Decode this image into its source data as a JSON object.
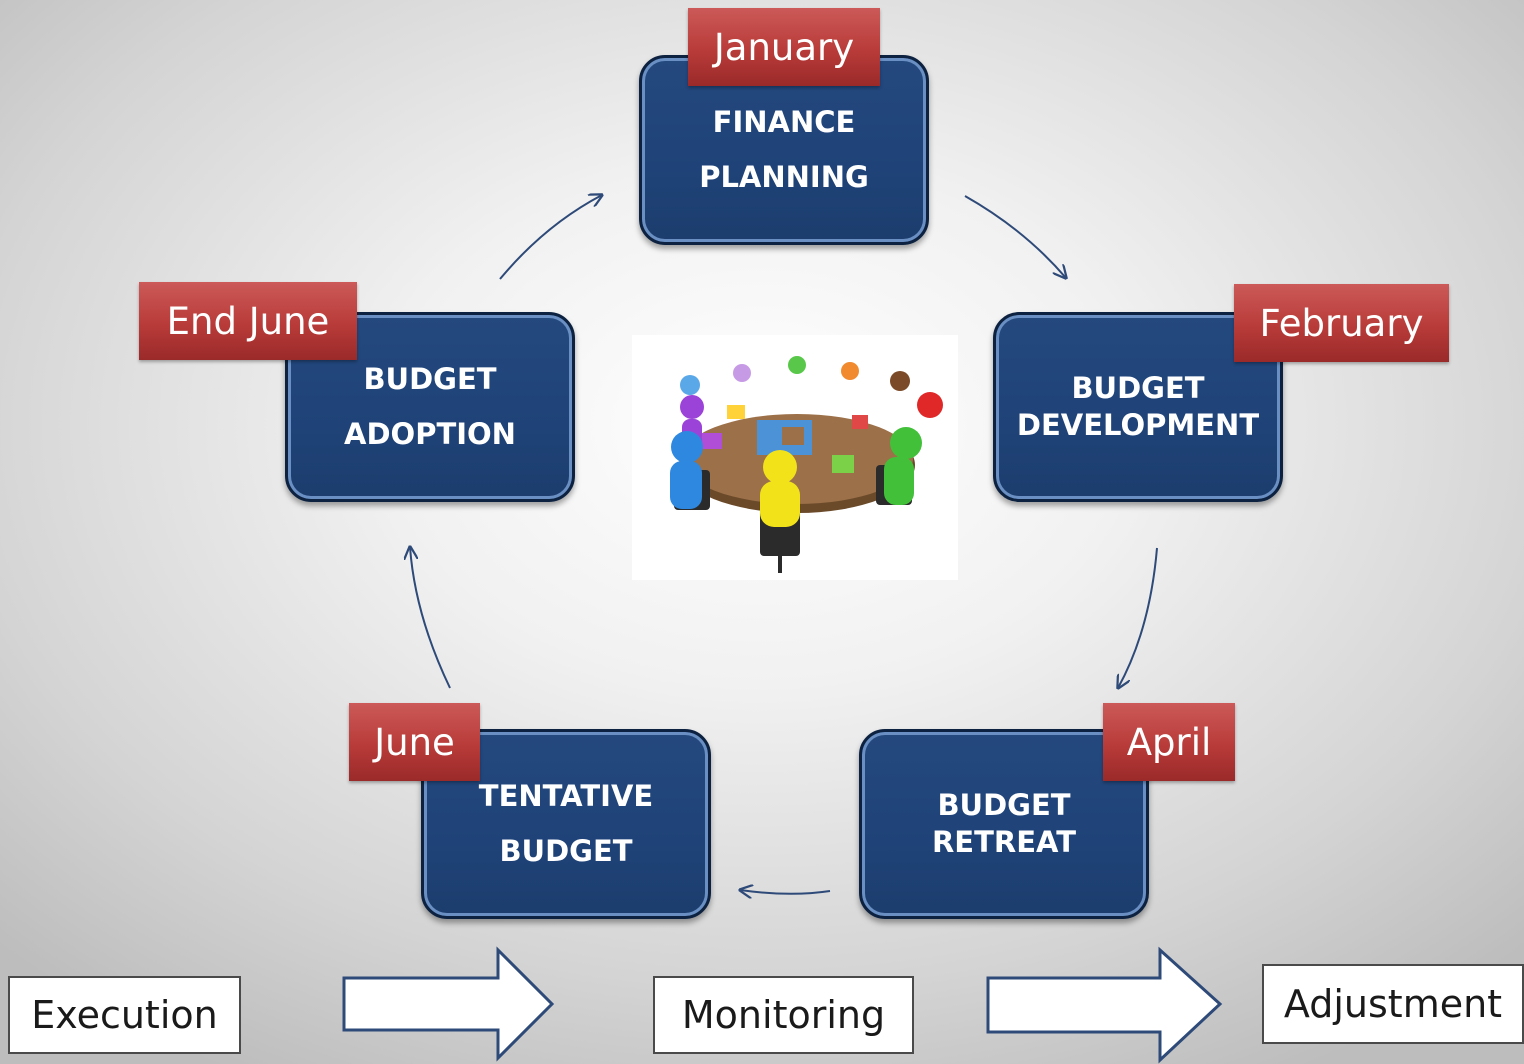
{
  "cycle": {
    "steps": [
      {
        "line1": "FINANCE",
        "line2": "PLANNING",
        "month": "January"
      },
      {
        "line1": "BUDGET",
        "line2": "DEVELOPMENT",
        "month": "February"
      },
      {
        "line1": "BUDGET",
        "line2": "RETREAT",
        "month": "April"
      },
      {
        "line1": "TENTATIVE",
        "line2": "BUDGET",
        "month": "June"
      },
      {
        "line1": "BUDGET",
        "line2": "ADOPTION",
        "month": "End June"
      }
    ]
  },
  "flow": {
    "stages": [
      "Execution",
      "Monitoring",
      "Adjustment"
    ]
  },
  "colors": {
    "box_fill": "#1f4378",
    "tag_fill": "#b83b39",
    "arrow_stroke": "#2e4a78"
  },
  "icons": {
    "center_image": "meeting-puzzle-table-illustration"
  }
}
